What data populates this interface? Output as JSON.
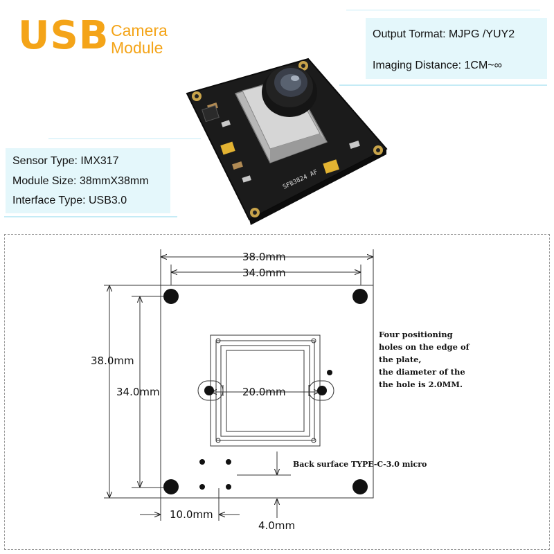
{
  "header": {
    "title_big": "USB",
    "title_line1": "Camera",
    "title_line2": "Module"
  },
  "specs_right": {
    "line1": "Output Tormat: MJPG /YUY2",
    "line2": "Imaging Distance: 1CM~∞"
  },
  "specs_left": {
    "line1": "Sensor Type:  IMX317",
    "line2": "Module Size: 38mmX38mm",
    "line3": "Interface Type: USB3.0"
  },
  "photo": {
    "silk_model": "SFB3824 AF"
  },
  "diagram": {
    "dim_top_outer": "38.0mm",
    "dim_top_inner": "34.0mm",
    "dim_left_outer": "38.0mm",
    "dim_left_inner": "34.0mm",
    "dim_center": "20.0mm",
    "dim_bottom_left": "10.0mm",
    "dim_bottom_right": "4.0mm",
    "note_lines": [
      "Four positioning",
      "holes on the edge of",
      "the plate,",
      "the diameter of the",
      "the hole is 2.0MM."
    ],
    "back_surface": "Back surface TYPE-C-3.0 micro"
  },
  "colors": {
    "accent_orange": "#f4a418",
    "spec_bg": "#e4f7fb",
    "pcb_black": "#1b1b1b"
  }
}
